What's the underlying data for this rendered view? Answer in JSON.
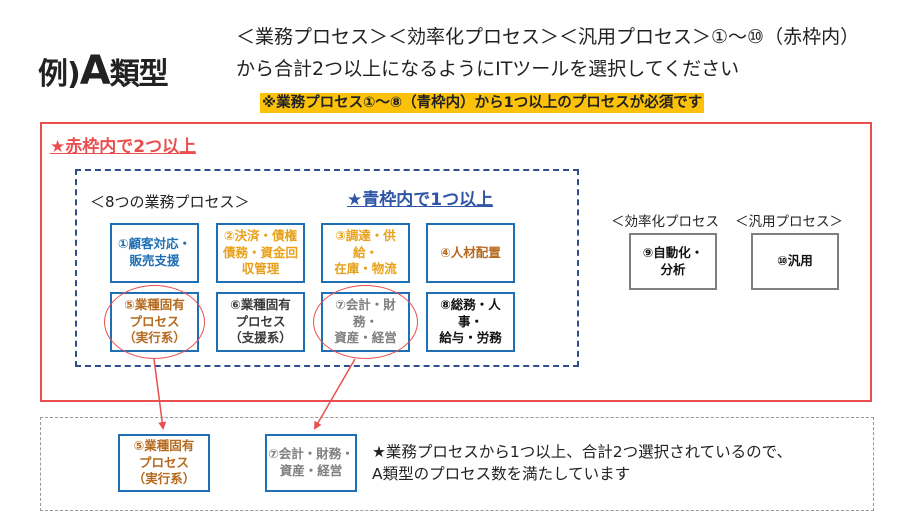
{
  "title": {
    "rei": "例)",
    "A": "A",
    "ruikei": "類型"
  },
  "header": {
    "line1": "＜業務プロセス＞＜効率化プロセス＞＜汎用プロセス＞①～⑩（赤枠内）",
    "line2": "から合計2つ以上になるようにITツールを選択してください",
    "note": "※業務プロセス①～⑧（青枠内）から1つ以上のプロセスが必須です"
  },
  "red_frame": {
    "label": "★赤枠内で2つ以上"
  },
  "blue_frame": {
    "title": "＜8つの業務プロセス＞",
    "label": "★青枠内で1つ以上"
  },
  "processes": [
    {
      "label": "①顧客対応・\n販売支援"
    },
    {
      "label": "②決済・債権\n債務・資金回\n収管理"
    },
    {
      "label": "③調達・供給・\n在庫・物流"
    },
    {
      "label": "④人材配置"
    },
    {
      "label": "⑤業種固有\nプロセス\n（実行系）"
    },
    {
      "label": "⑥業種固有\nプロセス\n（支援系）"
    },
    {
      "label": "⑦会計・財務・\n資産・経営"
    },
    {
      "label": "⑧総務・人事・\n給与・労務"
    }
  ],
  "efficiency": {
    "title": "＜効率化プロセス",
    "box": "⑨自動化・\n分析"
  },
  "general": {
    "title": "＜汎用プロセス＞",
    "box": "⑩汎用"
  },
  "selected": [
    {
      "label": "⑤業種固有\nプロセス\n（実行系）"
    },
    {
      "label": "⑦会計・財務・\n資産・経営"
    }
  ],
  "conclusion": "★業務プロセスから1つ以上、合計2つ選択されているので、\nA類型のプロセス数を満たしています",
  "colors": {
    "red": "#e94f4f",
    "blue_border": "#1f6fb4",
    "blue_dashed": "#2f4e8f",
    "highlight": "#fcc20a"
  }
}
